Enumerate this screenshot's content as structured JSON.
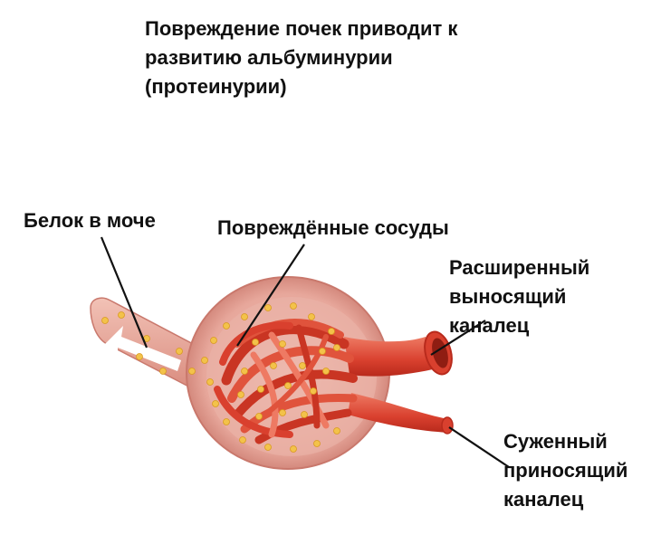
{
  "title": {
    "lines": [
      "Повреждение почек приводит к",
      "развитию альбуминурии",
      "(протеинурии)"
    ]
  },
  "labels": {
    "protein_in_urine": "Белок в моче",
    "damaged_vessels": "Повреждённые сосуды",
    "efferent": [
      "Расширенный",
      "выносящий",
      "каналец"
    ],
    "afferent": [
      "Суженный",
      "приносящий",
      "каналец"
    ]
  },
  "colors": {
    "capsule": "#e7a79b",
    "capsule_edge": "#c9786c",
    "vessel": "#d9402e",
    "vessel_dark": "#b82a1c",
    "vessel_light": "#ee7a63",
    "tubule": "#e8a99c",
    "protein_dot": "#f3c24a",
    "arrow": "#ffffff"
  }
}
